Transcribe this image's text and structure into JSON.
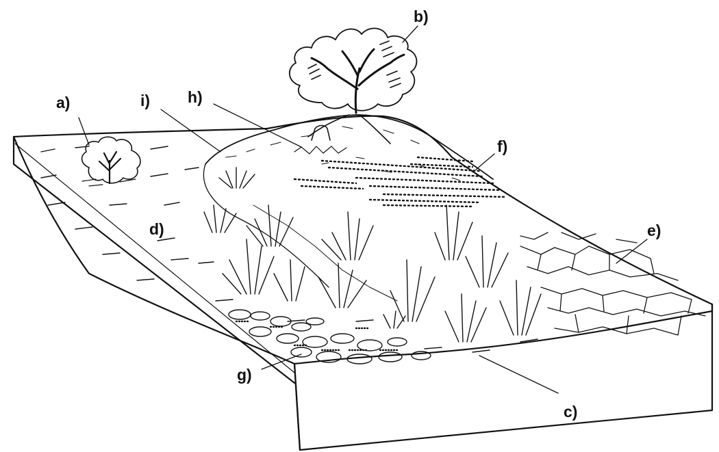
{
  "diagram": {
    "labels": {
      "a": "a)",
      "b": "b)",
      "c": "c)",
      "d": "d)",
      "e": "e)",
      "f": "f)",
      "g": "g)",
      "h": "h)",
      "i": "i)"
    }
  },
  "colors": {
    "ink": "#111111",
    "paper": "#ffffff"
  }
}
